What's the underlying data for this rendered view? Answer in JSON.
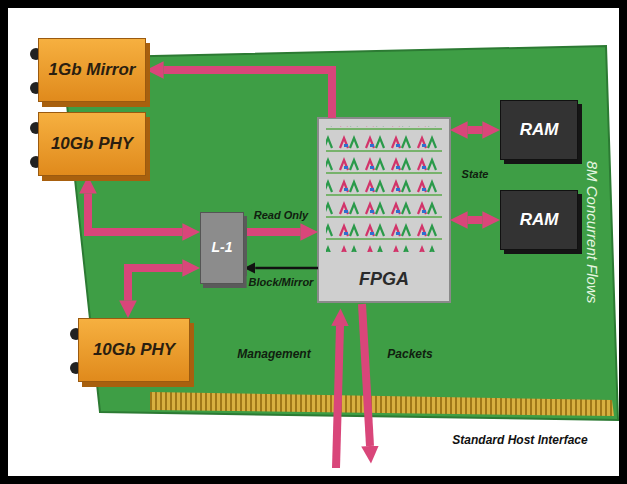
{
  "diagram": {
    "nodes": [
      {
        "text": [
          "1Gb Mirror"
        ]
      },
      {
        "text": [
          "10Gb PHY"
        ]
      },
      {
        "text": [
          "L-1"
        ]
      },
      {
        "text": [
          "10Gb PHY"
        ]
      },
      {
        "text": [
          "FPGA"
        ]
      },
      {
        "text": [
          "RAM"
        ]
      },
      {
        "text": [
          "RAM"
        ]
      }
    ],
    "edges": [
      {
        "from": 4,
        "to": 0,
        "arrow": "to"
      },
      {
        "from": 2,
        "to": 4,
        "label": "Read Only",
        "arrow": "to"
      },
      {
        "from": 4,
        "to": 2,
        "label": "Block/Mirror",
        "arrow": "to"
      },
      {
        "from": 1,
        "to": 2,
        "arrow": "both"
      },
      {
        "from": 2,
        "to": 3,
        "arrow": "both"
      },
      {
        "from": 4,
        "to": 5,
        "label": "State",
        "arrow": "both"
      },
      {
        "from": 4,
        "to": 6,
        "arrow": "both"
      }
    ],
    "labels": [
      "Management",
      "Packets",
      "8M Concurrent Flows",
      "Standard Host Interface"
    ]
  }
}
